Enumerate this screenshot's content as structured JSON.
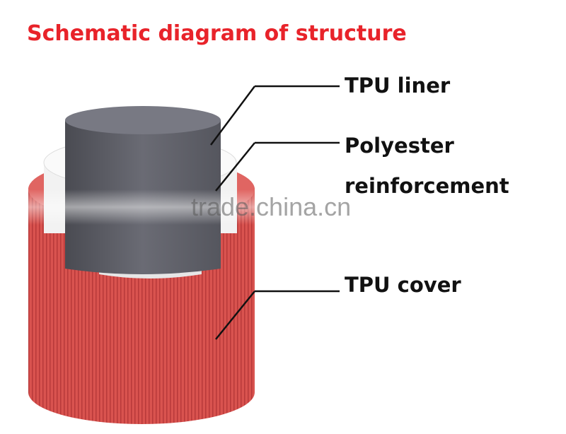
{
  "title": "Schematic diagram of structure",
  "labels": {
    "liner": "TPU liner",
    "reinforcement_line1": "Polyester",
    "reinforcement_line2": "reinforcement",
    "cover": "TPU cover"
  },
  "watermark": "trade.china.cn",
  "colors": {
    "title": "#e8232a",
    "cover": "#d9534f",
    "reinforcement": "#eeeeee",
    "liner": "#5c5d66"
  }
}
